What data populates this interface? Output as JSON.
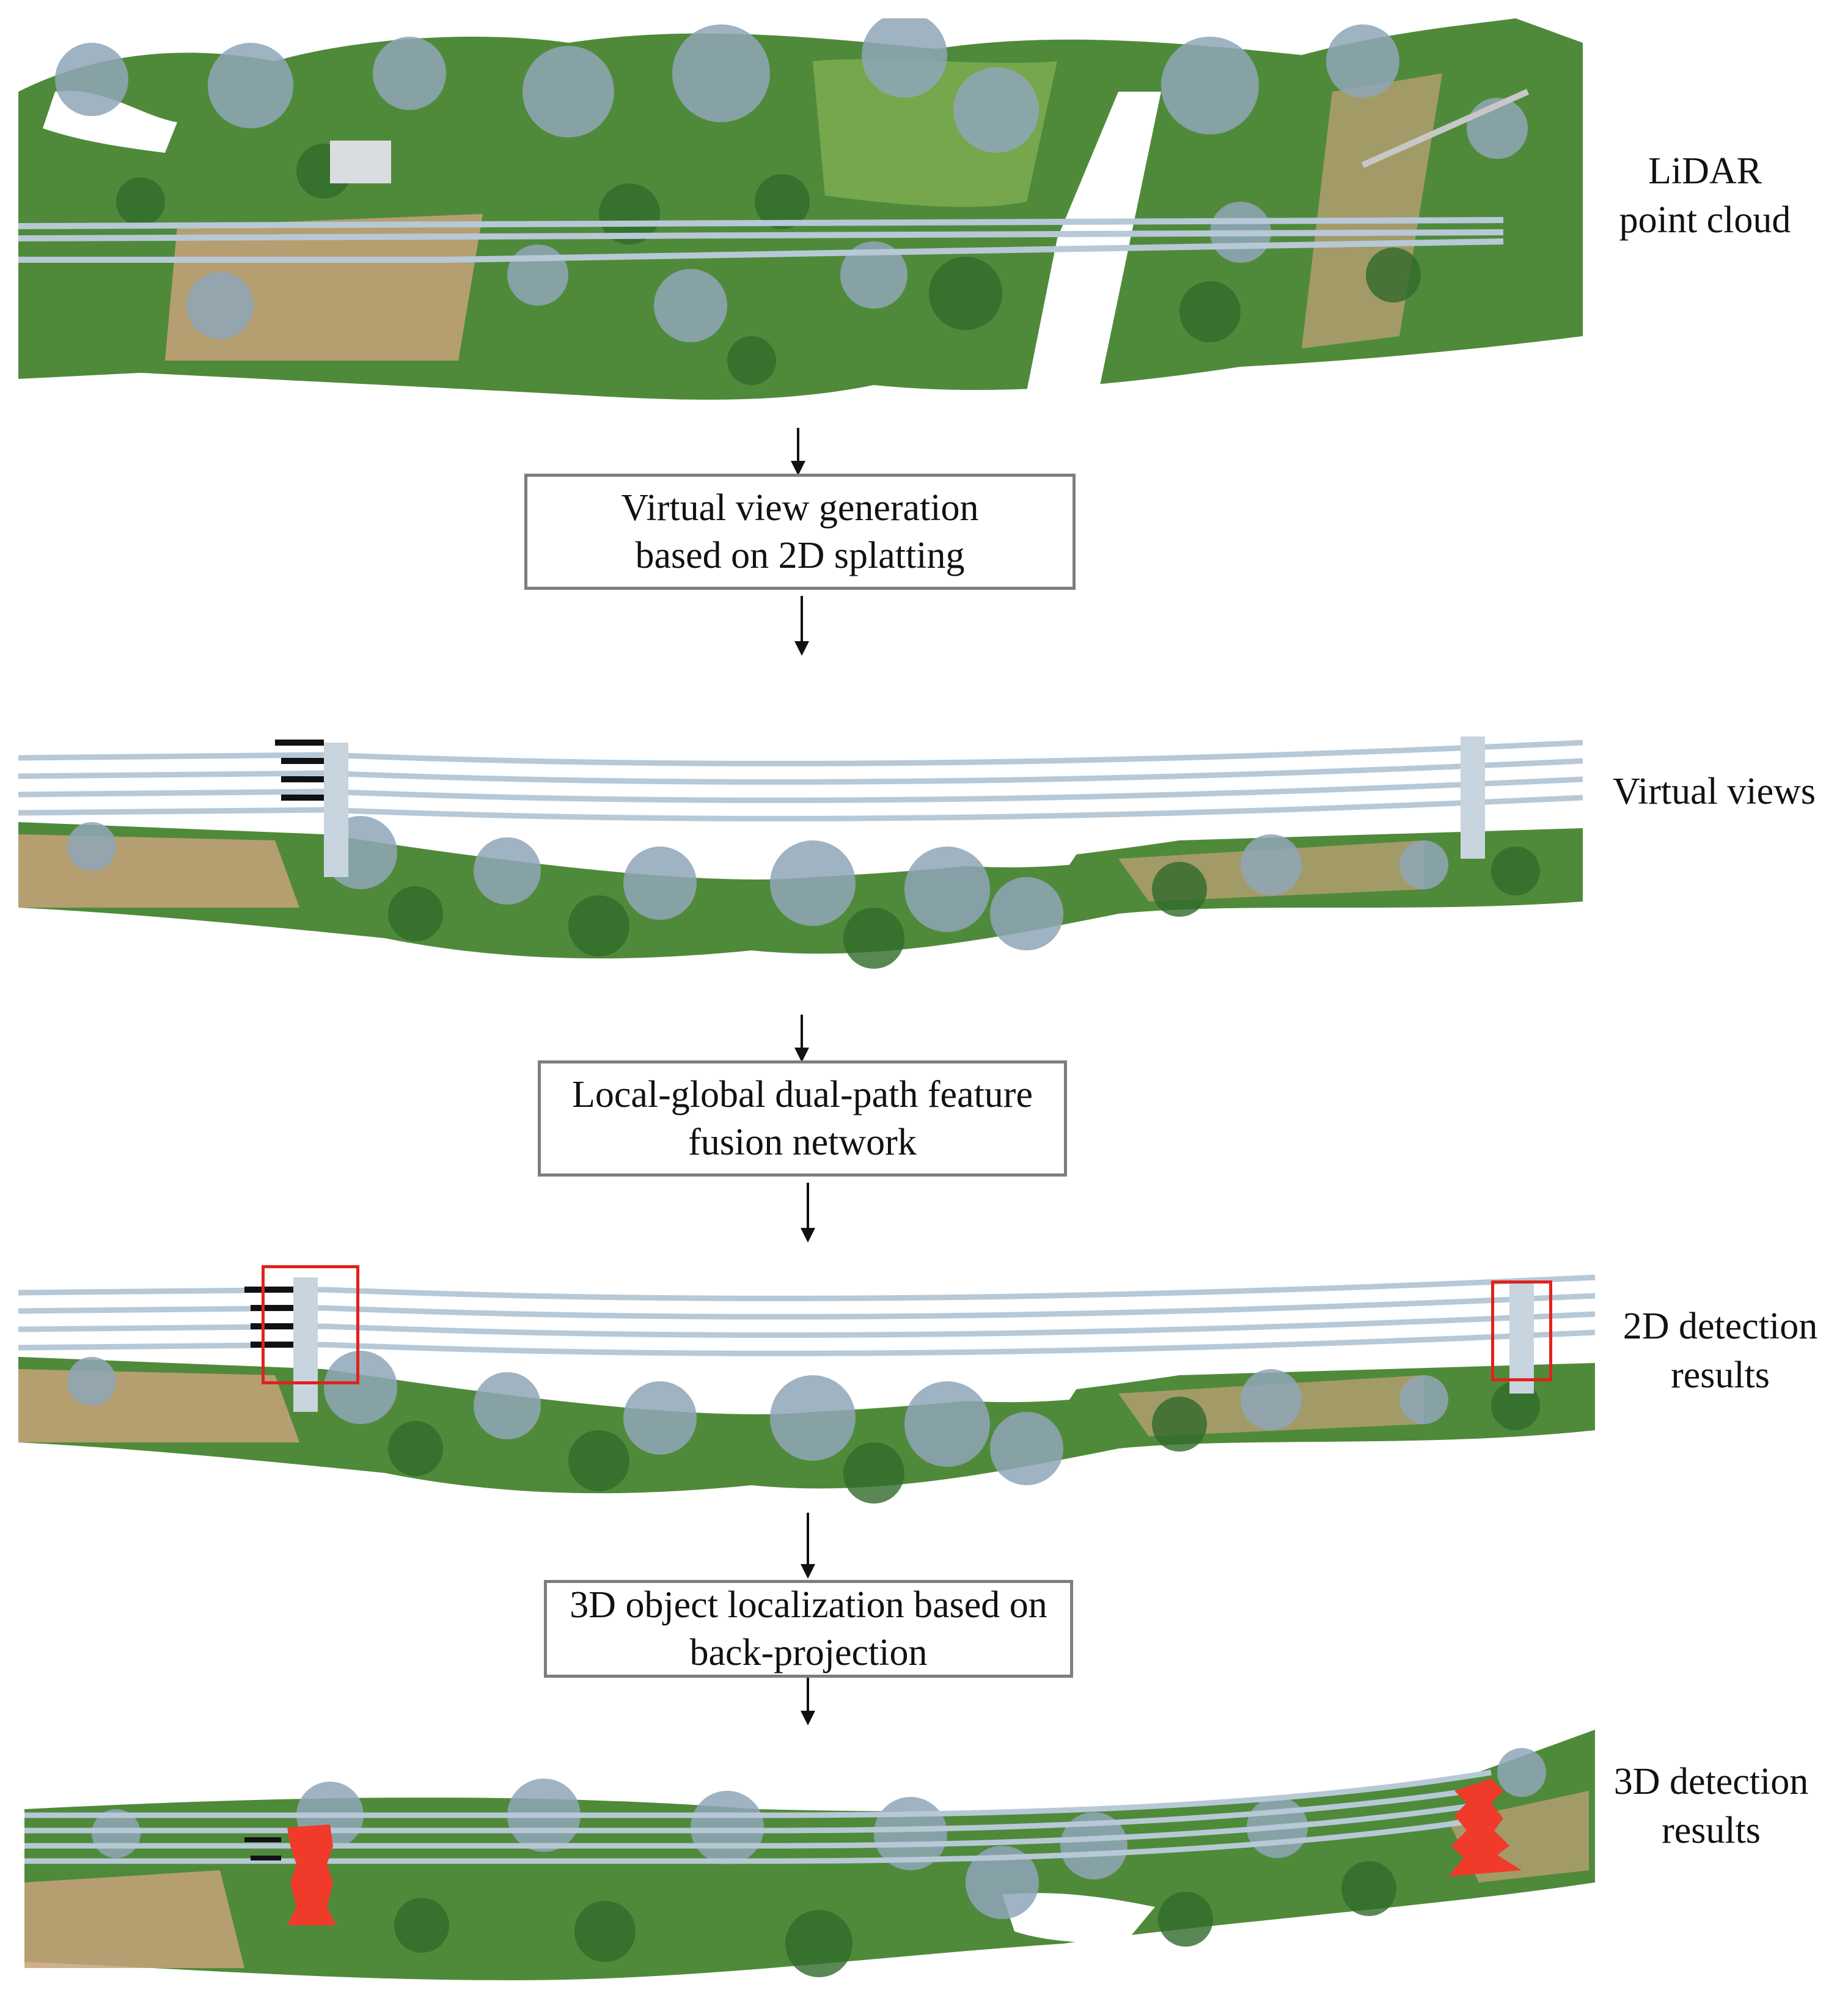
{
  "panels": [
    {
      "label": "LiDAR\npoint cloud"
    },
    {
      "label": "Virtual views"
    },
    {
      "label": "2D detection\nresults"
    },
    {
      "label": "3D detection\nresults"
    }
  ],
  "steps": [
    {
      "label": "Virtual view generation\nbased on 2D splatting"
    },
    {
      "label": "Local-global dual-path feature\nfusion network"
    },
    {
      "label": "3D object localization based on\nback-projection"
    }
  ],
  "colors": {
    "vegetation": "#4f8a3a",
    "vegetation_dark": "#2f6a2a",
    "vegetation_light": "#7fae52",
    "soil": "#c7a27a",
    "power_line": "#b7c8d6",
    "point_gray": "#8fa6b8",
    "detection_box": "#e0221c",
    "detected_tower": "#f03a2a",
    "box_border": "#7d7d7d"
  }
}
